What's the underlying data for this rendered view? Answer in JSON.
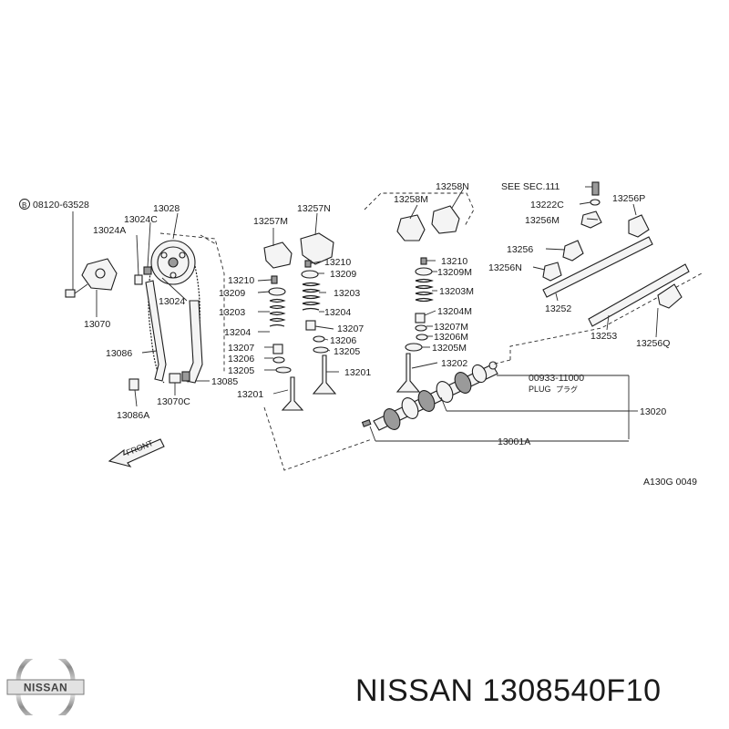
{
  "footer": {
    "title": "NISSAN 1308540F10"
  },
  "logo": {
    "text": "NISSAN"
  },
  "diagram": {
    "ref_code": "A130G 0049",
    "front_label": "FRONT",
    "labels": {
      "bolt_circle": "B",
      "bolt": "08120-63528",
      "sprocket": "13028",
      "p13024c": "13024C",
      "p13024a": "13024A",
      "p13024": "13024",
      "tensioner": "13070",
      "guide_l": "13086",
      "bolt_a": "13086A",
      "tens_c": "13070C",
      "guide_r": "13085",
      "rocker_m1": "13257M",
      "rocker_n1": "13257N",
      "l_13210": "13210",
      "l_13209": "13209",
      "l_13203": "13203",
      "l_13204": "13204",
      "l_13207": "13207",
      "l_13206": "13206",
      "l_13205": "13205",
      "l_13201": "13201",
      "r_13210": "13210",
      "r_13209": "13209",
      "r_13203": "13203",
      "r_13204": "13204",
      "r_13207": "13207",
      "r_13206": "13206",
      "r_13205": "13205",
      "r_13201": "13201",
      "e_13258n": "13258N",
      "e_13258m": "13258M",
      "e_13210": "13210",
      "e_13209m": "13209M",
      "e_13203m": "13203M",
      "e_13204m": "13204M",
      "e_13207m": "13207M",
      "e_13206m": "13206M",
      "e_13205m": "13205M",
      "e_13202": "13202",
      "see_sec": "SEE SEC.111",
      "p13222c": "13222C",
      "p13256p": "13256P",
      "p13256m": "13256M",
      "p13256": "13256",
      "p13256n": "13256N",
      "p13252": "13252",
      "p13253": "13253",
      "p13256q": "13256Q",
      "plug_no": "00933-11000",
      "plug_en": "PLUG",
      "plug_jp": "プラグ",
      "camshaft": "13020",
      "cam_a": "13001A"
    }
  }
}
